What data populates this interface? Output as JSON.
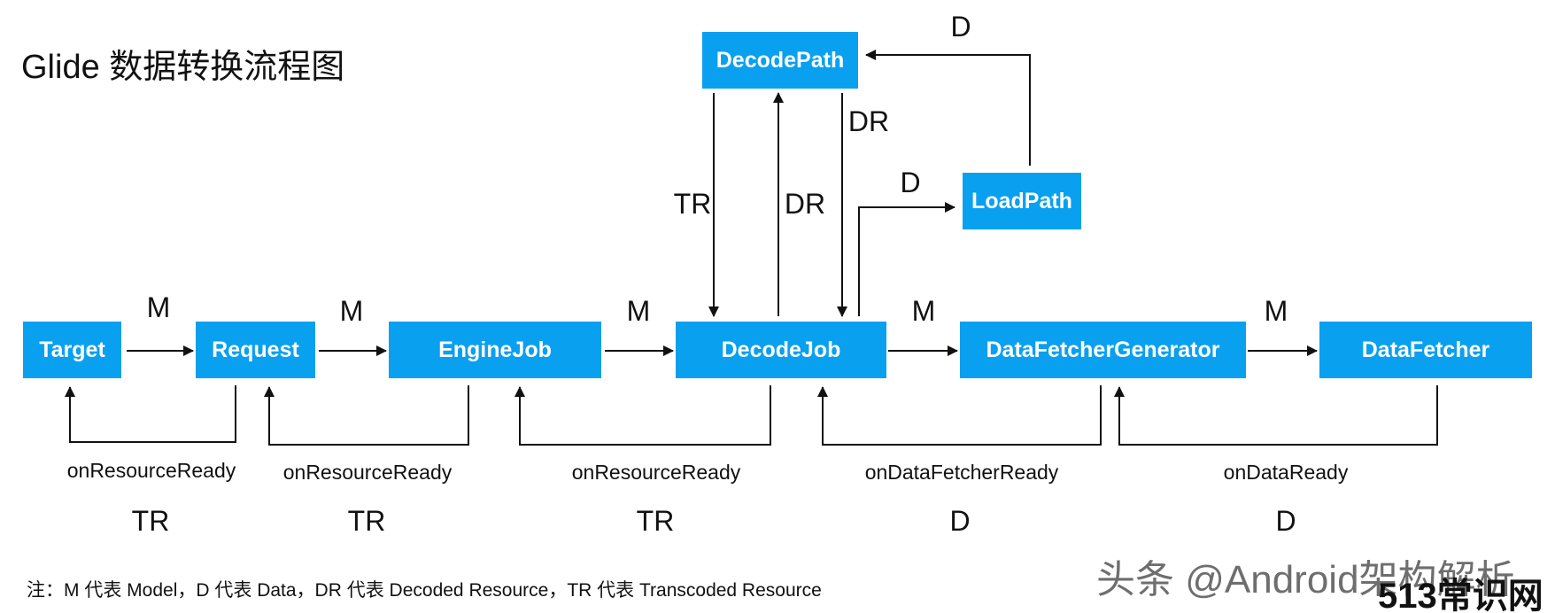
{
  "title": "Glide 数据转换流程图",
  "boxes": {
    "target": "Target",
    "request": "Request",
    "engine_job": "EngineJob",
    "decode_job": "DecodeJob",
    "data_fetcher_generator": "DataFetcherGenerator",
    "data_fetcher": "DataFetcher",
    "decode_path": "DecodePath",
    "load_path": "LoadPath"
  },
  "labels": {
    "m1": "M",
    "m2": "M",
    "m3": "M",
    "m4": "M",
    "m5": "M",
    "tr_down": "TR",
    "dr_up": "DR",
    "dr_down": "DR",
    "d_top": "D",
    "d_load": "D",
    "cb1": "onResourceReady",
    "cb2": "onResourceReady",
    "cb3": "onResourceReady",
    "cb4": "onDataFetcherReady",
    "cb5": "onDataReady",
    "cb1_type": "TR",
    "cb2_type": "TR",
    "cb3_type": "TR",
    "cb4_type": "D",
    "cb5_type": "D"
  },
  "footnote": "注：M 代表 Model，D 代表 Data，DR  代表 Decoded Resource，TR 代表 Transcoded Resource",
  "watermark": "头条 @Android架构解析",
  "watermark2": "513常识网",
  "colors": {
    "box_fill": "#0aa0f0",
    "box_text": "#ffffff",
    "line": "#111111"
  }
}
